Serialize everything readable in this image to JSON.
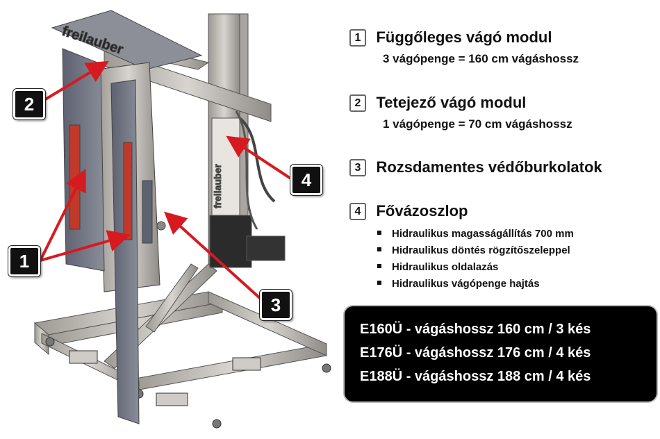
{
  "brand": "freilauber",
  "callouts": [
    "1",
    "2",
    "3",
    "4"
  ],
  "legend": [
    {
      "num": "1",
      "title": "Függőleges vágó modul",
      "sub": "3 vágópenge = 160 cm vágáshossz"
    },
    {
      "num": "2",
      "title": "Tetejező vágó modul",
      "sub": "1 vágópenge = 70 cm vágáshossz"
    },
    {
      "num": "3",
      "title": "Rozsdamentes védőburkolatok",
      "sub": ""
    },
    {
      "num": "4",
      "title": "Fővázoszlop",
      "bullets": [
        "Hidraulikus magasságállítás 700 mm",
        "Hidraulikus döntés rögzítőszeleppel",
        "Hidraulikus oldalazás",
        "Hidraulikus vágópenge hajtás"
      ]
    }
  ],
  "models": [
    "E160Ü - vágáshossz 160 cm / 3 kés",
    "E176Ü - vágáshossz 176 cm / 4 kés",
    "E188Ü - vágáshossz 188 cm / 4 kés"
  ],
  "colors": {
    "arrow": "#d71920",
    "frame": "#b9b5b0",
    "blade": "#c0392b",
    "panel": "#7d818d"
  }
}
